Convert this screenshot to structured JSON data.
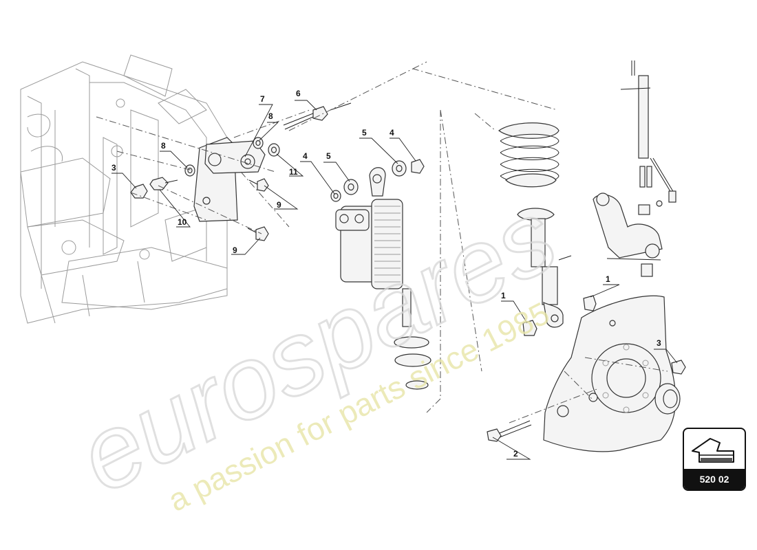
{
  "diagram": {
    "callouts": [
      {
        "label": "1"
      },
      {
        "label": "1"
      },
      {
        "label": "2"
      },
      {
        "label": "3"
      },
      {
        "label": "3"
      },
      {
        "label": "4"
      },
      {
        "label": "4"
      },
      {
        "label": "5"
      },
      {
        "label": "5"
      },
      {
        "label": "6"
      },
      {
        "label": "7"
      },
      {
        "label": "8"
      },
      {
        "label": "8"
      },
      {
        "label": "9"
      },
      {
        "label": "9"
      },
      {
        "label": "10"
      },
      {
        "label": "11"
      }
    ]
  },
  "watermark": {
    "logo": "eurospares",
    "tagline": "a passion for parts since 1985"
  },
  "reference": {
    "code": "520 02"
  }
}
